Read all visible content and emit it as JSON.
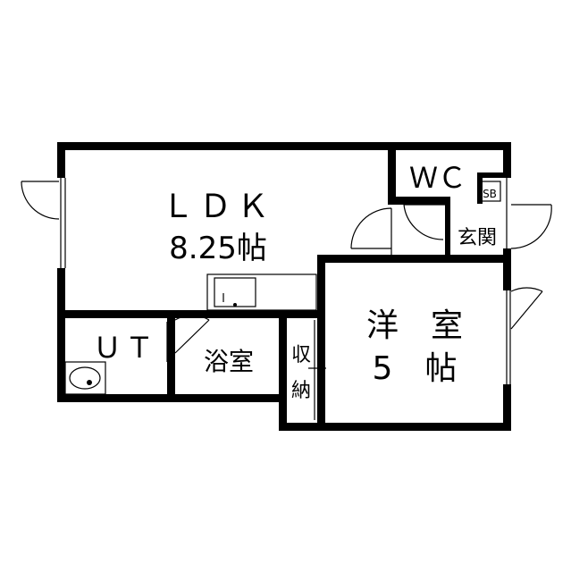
{
  "floor_plan": {
    "rooms": {
      "ldk": {
        "name": "ＬＤＫ",
        "size": "8.25帖"
      },
      "wc": {
        "name": "ＷＣ"
      },
      "sb": {
        "name": "SB"
      },
      "genkan": {
        "name": "玄関"
      },
      "yoshitsu": {
        "name": "洋　室",
        "size": "5　帖"
      },
      "ut": {
        "name": "ＵＴ"
      },
      "yokushitsu": {
        "name": "浴室"
      },
      "shuno": {
        "name_line1": "収",
        "name_line2": "納"
      }
    }
  }
}
